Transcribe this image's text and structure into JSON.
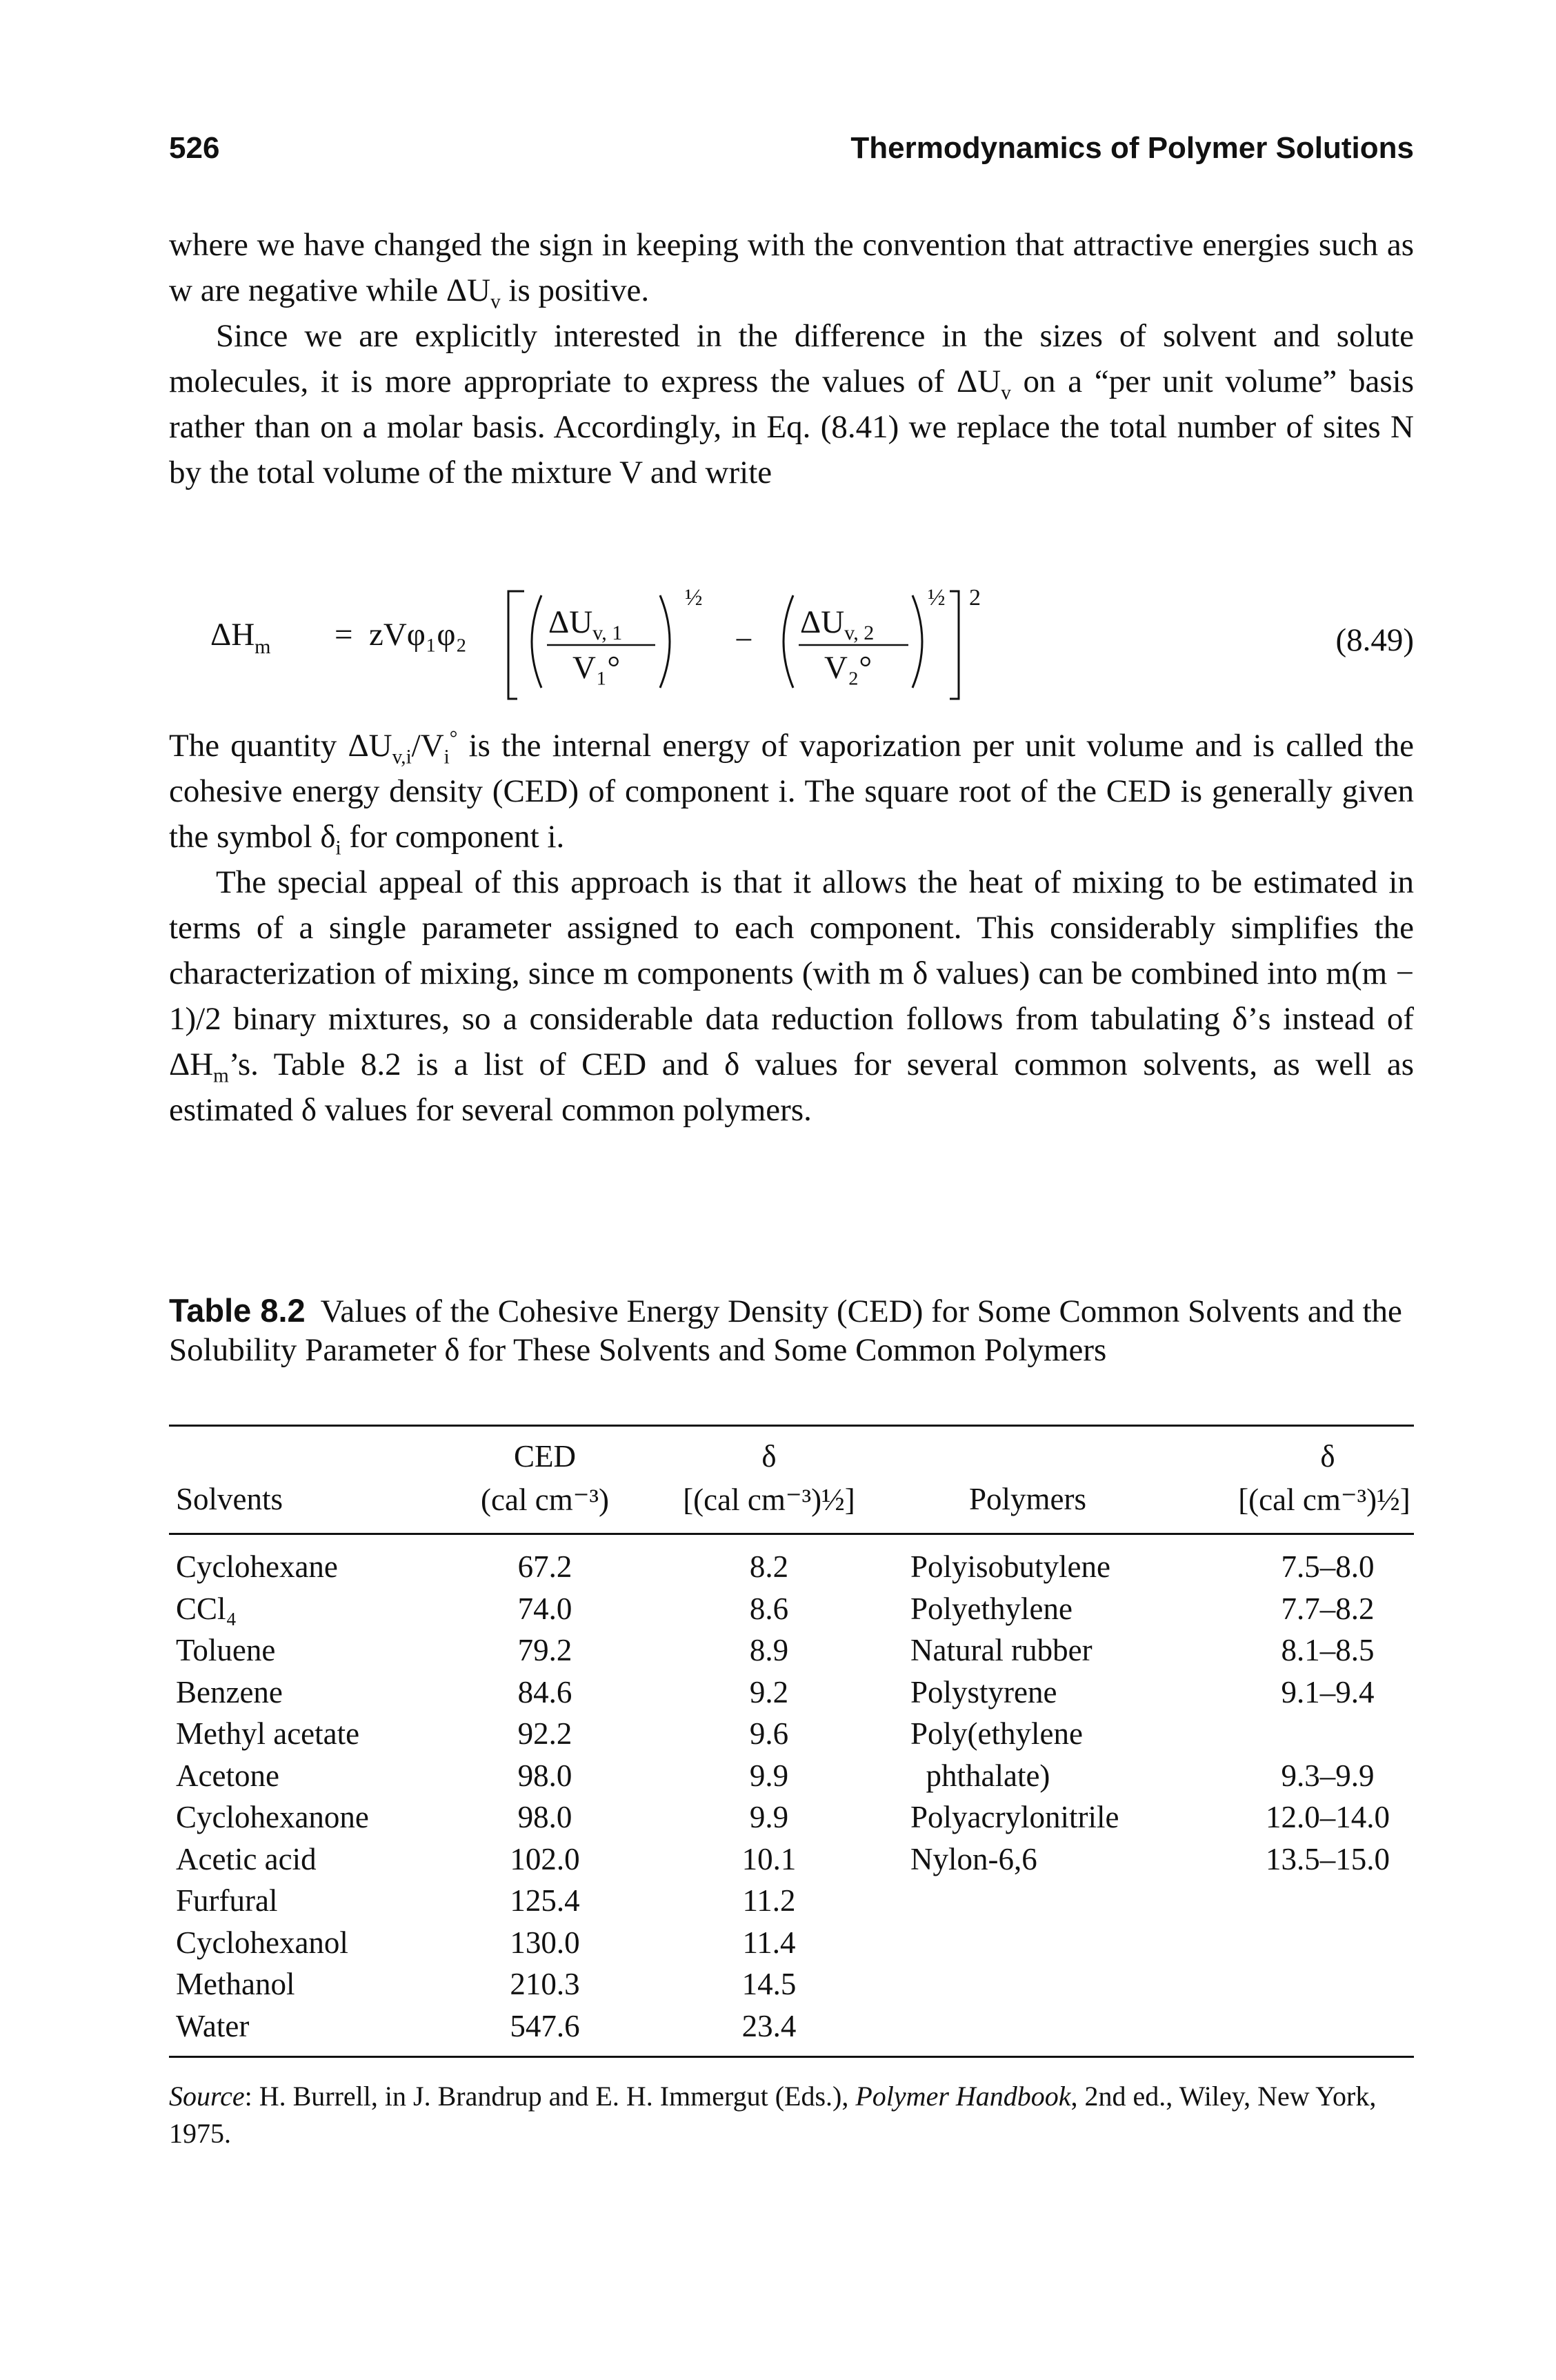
{
  "header": {
    "page_number": "526",
    "running_title": "Thermodynamics of Polymer Solutions"
  },
  "paragraphs": {
    "p1": "where we have changed the sign in keeping with the convention that attractive energies such as w are negative while ΔU",
    "p1_sub": "v",
    "p1_end": " is positive.",
    "p2_a": "Since we are explicitly interested in the difference in the sizes of solvent and solute molecules, it is more appropriate to express the values of ΔU",
    "p2_sub": "v",
    "p2_b": " on a “per unit volume” basis rather than on a molar basis. Accordingly, in Eq. (8.41) we replace the total number of sites N by the total volume of the mixture V and write",
    "p3_a": "The quantity ΔU",
    "p3_sub1": "v,i",
    "p3_b": "/V",
    "p3_sub2": "i",
    "p3_sup2": "°",
    "p3_c": " is the internal energy of vaporization per unit volume and is called the cohesive energy density (CED) of component i. The square root of the CED is generally given the symbol δ",
    "p3_sub3": "i",
    "p3_d": " for component i.",
    "p4_a": "The special appeal of this approach is that it allows the heat of mixing to be estimated in terms of a single parameter assigned to each component. This considerably simplifies the characterization of mixing, since m components (with m δ values) can be combined into m(m − 1)/2 binary mixtures, so a considerable data reduction follows from tabulating δ’s instead of ΔH",
    "p4_sub": "m",
    "p4_b": "’s. Table 8.2 is a list of CED and δ values for several common solvents, as well as estimated δ values for several common polymers."
  },
  "equation": {
    "lhs": "ΔH",
    "lhs_sub": "m",
    "eq_sign": "=",
    "coef": "zVφ₁φ₂",
    "num1": "ΔU",
    "num1_sub": "v, 1",
    "den1": "V₁°",
    "minus": "−",
    "num2": "ΔU",
    "num2_sub": "v, 2",
    "den2": "V₂°",
    "half": "½",
    "square": "2",
    "number": "(8.49)"
  },
  "table": {
    "label": "Table 8.2",
    "caption": "Values of the Cohesive Energy Density (CED) for Some Common Solvents and the Solubility Parameter δ for These Solvents and Some Common Polymers",
    "headers": {
      "solvents": "Solvents",
      "ced_top": "CED",
      "ced_unit": "(cal cm⁻³)",
      "delta_top": "δ",
      "delta_unit": "[(cal cm⁻³)½]",
      "polymers": "Polymers",
      "delta2_top": "δ",
      "delta2_unit": "[(cal cm⁻³)½]"
    },
    "solvent_rows": [
      {
        "name": "Cyclohexane",
        "ced": "67.2",
        "delta": "8.2"
      },
      {
        "name": "CCl₄",
        "ced": "74.0",
        "delta": "8.6"
      },
      {
        "name": "Toluene",
        "ced": "79.2",
        "delta": "8.9"
      },
      {
        "name": "Benzene",
        "ced": "84.6",
        "delta": "9.2"
      },
      {
        "name": "Methyl acetate",
        "ced": "92.2",
        "delta": "9.6"
      },
      {
        "name": "Acetone",
        "ced": "98.0",
        "delta": "9.9"
      },
      {
        "name": "Cyclohexanone",
        "ced": "98.0",
        "delta": "9.9"
      },
      {
        "name": "Acetic acid",
        "ced": "102.0",
        "delta": "10.1"
      },
      {
        "name": "Furfural",
        "ced": "125.4",
        "delta": "11.2"
      },
      {
        "name": "Cyclohexanol",
        "ced": "130.0",
        "delta": "11.4"
      },
      {
        "name": "Methanol",
        "ced": "210.3",
        "delta": "14.5"
      },
      {
        "name": "Water",
        "ced": "547.6",
        "delta": "23.4"
      }
    ],
    "polymer_rows": [
      {
        "name": "Polyisobutylene",
        "delta": "7.5–8.0"
      },
      {
        "name": "Polyethylene",
        "delta": "7.7–8.2"
      },
      {
        "name": "Natural rubber",
        "delta": "8.1–8.5"
      },
      {
        "name": "Polystyrene",
        "delta": "9.1–9.4"
      },
      {
        "name": "Poly(ethylene",
        "delta": ""
      },
      {
        "name": "  phthalate)",
        "delta": "9.3–9.9"
      },
      {
        "name": "Polyacrylonitrile",
        "delta": "12.0–14.0"
      },
      {
        "name": "Nylon-6,6",
        "delta": "13.5–15.0"
      }
    ],
    "source_label": "Source",
    "source_a": ": H. Burrell, in J. Brandrup and E. H. Immergut (Eds.), ",
    "source_book": "Polymer Handbook",
    "source_b": ", 2nd ed., Wiley, New York, 1975."
  }
}
